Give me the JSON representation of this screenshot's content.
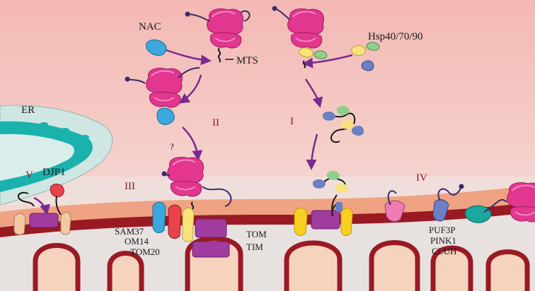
{
  "labels": {
    "nac": "NAC",
    "mts": "MTS",
    "hsp": "Hsp40/70/90",
    "er": "ER",
    "djp1": "DJP1",
    "sam37": "SAM37",
    "om14": "OM14",
    "tom20": "TOM20",
    "tom": "TOM",
    "tim": "TIM",
    "puf3p": "PUF3P",
    "pink1": "PINK1",
    "cluh": "CLUH",
    "question": "?"
  },
  "pathways": {
    "i": "I",
    "ii": "II",
    "iii": "III",
    "iv": "IV",
    "v": "V"
  },
  "colors": {
    "sky_top": "#f4b8b4",
    "sky_bottom": "#f3e6e4",
    "cytosol_floor": "#e9e4e3",
    "outer_membrane": "#f0a382",
    "inner_membrane": "#9a1a24",
    "matrix": "#f6d3bf",
    "er_outer": "#cfe6e2",
    "er_lumen": "#1bb2ae",
    "ribosome": "#e2368f",
    "ribosome_light": "#f08cc0",
    "arrow": "#7b2a8f",
    "translocon": "#a03c9e",
    "yellow_protein": "#f7e37a",
    "blue_protein": "#3aa8dc",
    "teal_protein": "#1aa8a0",
    "lavender_protein": "#6a7fc4",
    "red_protein": "#e8434a",
    "pink_protein": "#ef7bb4"
  }
}
